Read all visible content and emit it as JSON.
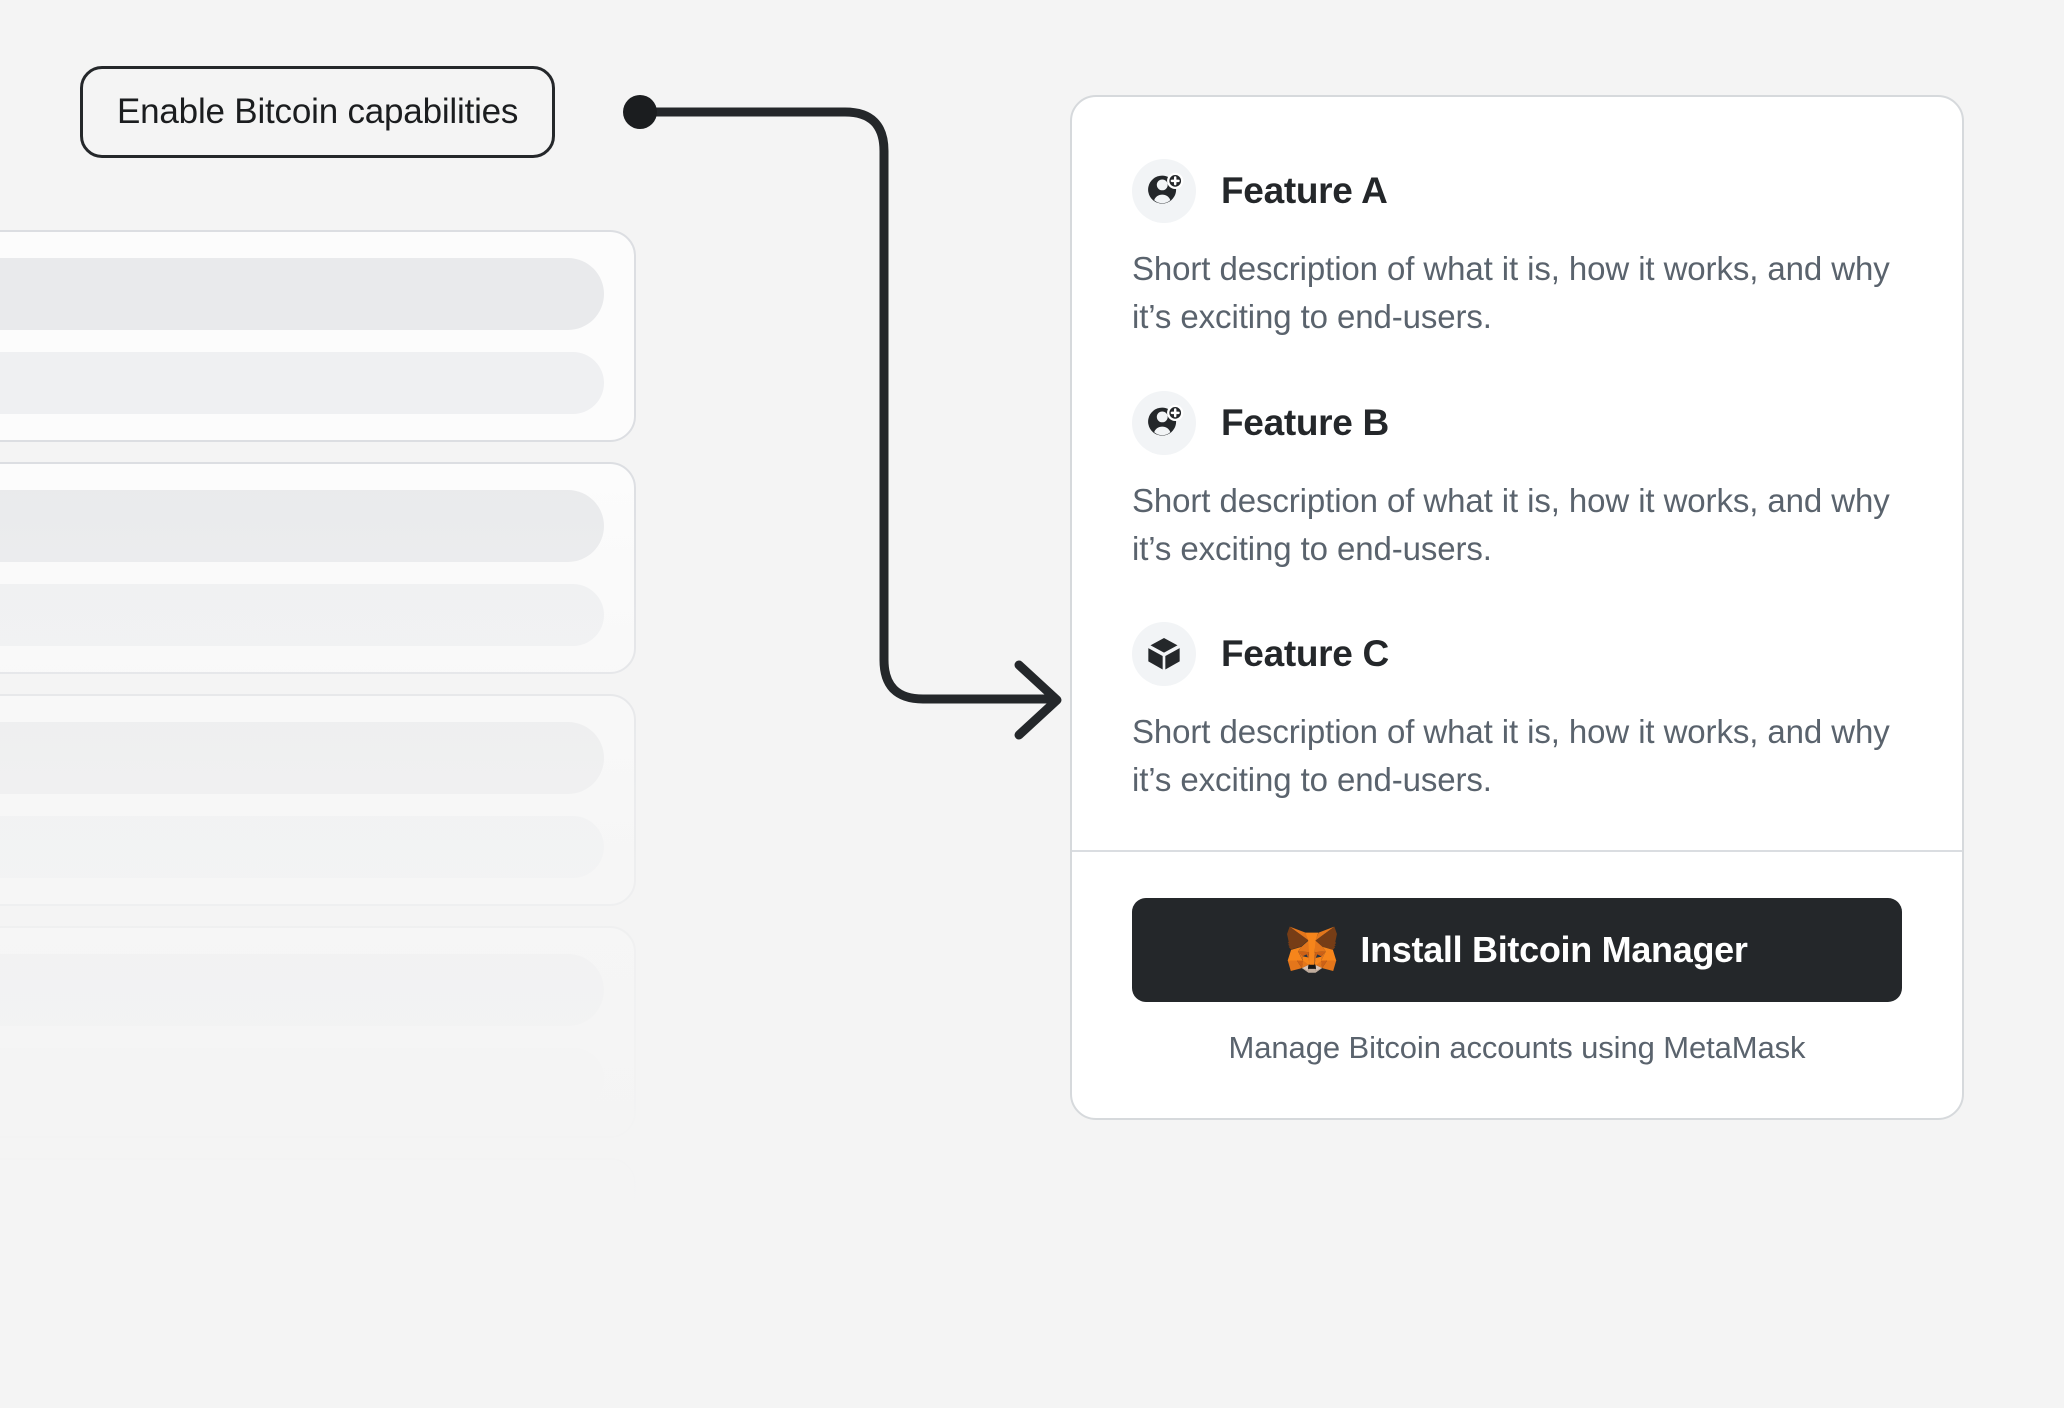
{
  "background_color": "#F4F4F4",
  "callout": {
    "label": "Enable Bitcoin capabilities",
    "border_color": "#24272A",
    "dot_color": "#1B1D1F"
  },
  "connector": {
    "color": "#24272A",
    "shape": "elbow-arrow-right"
  },
  "skeleton": {
    "card_count": 5,
    "card_bg": "#FCFCFC",
    "card_border": "#DCDEE2",
    "bar_color": "#E9EAEC"
  },
  "card": {
    "background": "#FFFFFF",
    "border_color": "#D6D9DC",
    "features": [
      {
        "icon": "add-account-icon",
        "title": "Feature A",
        "description": "Short description of what it is, how it works, and why it’s exciting to end-users."
      },
      {
        "icon": "add-account-icon",
        "title": "Feature B",
        "description": "Short description of what it is, how it works, and why it’s exciting to end-users."
      },
      {
        "icon": "cube-icon",
        "title": "Feature C",
        "description": "Short description of what it is, how it works, and why it’s exciting to end-users."
      }
    ],
    "footer": {
      "button_icon": "metamask-fox-icon",
      "button_label": "Install Bitcoin Manager",
      "button_color": "#24272A",
      "caption": "Manage Bitcoin accounts using MetaMask"
    }
  }
}
